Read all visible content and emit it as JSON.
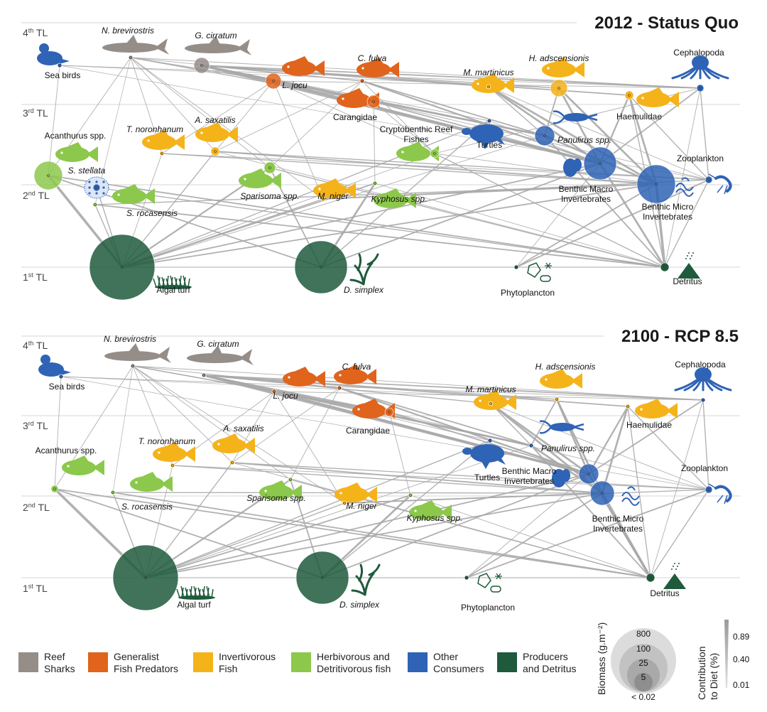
{
  "panels": [
    {
      "title": "2012 - Status Quo",
      "trophic_levels": [
        {
          "base": "4",
          "sup": "th",
          "suffix": " TL"
        },
        {
          "base": "3",
          "sup": "rd",
          "suffix": " TL"
        },
        {
          "base": "2",
          "sup": "nd",
          "suffix": " TL"
        },
        {
          "base": "1",
          "sup": "st",
          "suffix": " TL"
        }
      ],
      "nodes": [
        {
          "id": "seabirds",
          "label": "Sea birds",
          "italic": false,
          "group": "other",
          "r": 3,
          "shape": "bird"
        },
        {
          "id": "nbrev",
          "label": "N. brevirostris",
          "italic": true,
          "group": "shark",
          "r": 3,
          "shape": "shark"
        },
        {
          "id": "gcirr",
          "label": "G. cirratum",
          "italic": true,
          "group": "shark",
          "r": 11,
          "shape": "shark"
        },
        {
          "id": "ljocu",
          "label": "L. jocu",
          "italic": true,
          "group": "generalist",
          "r": 11,
          "shape": "fish"
        },
        {
          "id": "cfulva",
          "label": "C. fulva",
          "italic": true,
          "group": "generalist",
          "r": 3,
          "shape": "fish"
        },
        {
          "id": "carang",
          "label": "Carangidae",
          "italic": false,
          "group": "generalist",
          "r": 9,
          "shape": "fish"
        },
        {
          "id": "mmart",
          "label": "M. martinicus",
          "italic": true,
          "group": "invertivorous",
          "r": 3,
          "shape": "fish"
        },
        {
          "id": "hads",
          "label": "H. adscensionis",
          "italic": true,
          "group": "invertivorous",
          "r": 12,
          "shape": "fish"
        },
        {
          "id": "haem",
          "label": "Haemulidae",
          "italic": false,
          "group": "invertivorous",
          "r": 6,
          "shape": "fish"
        },
        {
          "id": "ceph",
          "label": "Cephalopoda",
          "italic": false,
          "group": "other",
          "r": 5,
          "shape": "octopus"
        },
        {
          "id": "acanth",
          "label": "Acanthurus spp.",
          "italic": false,
          "group": "herbivorous",
          "r": 20,
          "shape": "fish"
        },
        {
          "id": "tnor",
          "label": "T. noronhanum",
          "italic": true,
          "group": "invertivorous",
          "r": 3,
          "shape": "fish"
        },
        {
          "id": "asax",
          "label": "A. saxatilis",
          "italic": true,
          "group": "invertivorous",
          "r": 6,
          "shape": "fish"
        },
        {
          "id": "crypto",
          "label": "Cryptobenthic Reef Fishes",
          "italic": false,
          "group": "herbivorous",
          "r": 6,
          "shape": "fish"
        },
        {
          "id": "turtles",
          "label": "Turtles",
          "italic": false,
          "group": "other",
          "r": 3,
          "shape": "turtle"
        },
        {
          "id": "panul",
          "label": "Panulirus spp.",
          "italic": true,
          "group": "other",
          "r": 14,
          "shape": "lobster"
        },
        {
          "id": "zoo",
          "label": "Zooplankton",
          "italic": false,
          "group": "other",
          "r": 5,
          "shape": "shrimp"
        },
        {
          "id": "sstel",
          "label": "S. stellata",
          "italic": true,
          "group": "other",
          "r": 5,
          "shape": "urchin"
        },
        {
          "id": "sroc",
          "label": "S. rocasensis",
          "italic": true,
          "group": "herbivorous",
          "r": 3,
          "shape": "fish"
        },
        {
          "id": "spar",
          "label": "Sparisoma spp.",
          "italic": true,
          "group": "herbivorous",
          "r": 8,
          "shape": "fish"
        },
        {
          "id": "mniger",
          "label": "M. niger",
          "italic": true,
          "group": "invertivorous",
          "r": 3,
          "shape": "fish"
        },
        {
          "id": "kyph",
          "label": "Kyphosus spp.",
          "italic": true,
          "group": "herbivorous",
          "r": 3,
          "shape": "fish"
        },
        {
          "id": "bmacro",
          "label": "Benthic Macro Invertebrates",
          "italic": false,
          "group": "other",
          "r": 23,
          "shape": "crab"
        },
        {
          "id": "bmicro",
          "label": "Benthic Micro Invertebrates",
          "italic": false,
          "group": "other",
          "r": 27,
          "shape": "worm"
        },
        {
          "id": "algal",
          "label": "Algal turf",
          "italic": false,
          "group": "producer",
          "r": 46,
          "shape": "turf"
        },
        {
          "id": "dsimp",
          "label": "D. simplex",
          "italic": true,
          "group": "producer",
          "r": 37,
          "shape": "seaweed"
        },
        {
          "id": "phyto",
          "label": "Phytoplancton",
          "italic": false,
          "group": "producer",
          "r": 3,
          "shape": "phyto"
        },
        {
          "id": "detritus",
          "label": "Detritus",
          "italic": false,
          "group": "producer",
          "r": 6,
          "shape": "detritus"
        }
      ]
    },
    {
      "title": "2100 - RCP 8.5",
      "trophic_levels": [
        {
          "base": "4",
          "sup": "th",
          "suffix": " TL"
        },
        {
          "base": "3",
          "sup": "rd",
          "suffix": " TL"
        },
        {
          "base": "2",
          "sup": "nd",
          "suffix": " TL"
        },
        {
          "base": "1",
          "sup": "st",
          "suffix": " TL"
        }
      ],
      "nodes": [
        {
          "id": "seabirds",
          "label": "Sea birds",
          "italic": false,
          "group": "other",
          "r": 3,
          "shape": "bird"
        },
        {
          "id": "nbrev",
          "label": "N. brevirostris",
          "italic": true,
          "group": "shark",
          "r": 3,
          "shape": "shark"
        },
        {
          "id": "gcirr",
          "label": "G. cirratum",
          "italic": true,
          "group": "shark",
          "r": 3,
          "shape": "shark"
        },
        {
          "id": "ljocu",
          "label": "L. jocu",
          "italic": true,
          "group": "generalist",
          "r": 3,
          "shape": "fish"
        },
        {
          "id": "cfulva",
          "label": "C. fulva",
          "italic": true,
          "group": "generalist",
          "r": 3,
          "shape": "fish"
        },
        {
          "id": "carang",
          "label": "Carangidae",
          "italic": false,
          "group": "generalist",
          "r": 6,
          "shape": "fish"
        },
        {
          "id": "mmart",
          "label": "M. martinicus",
          "italic": true,
          "group": "invertivorous",
          "r": 3,
          "shape": "fish"
        },
        {
          "id": "hads",
          "label": "H. adscensionis",
          "italic": true,
          "group": "invertivorous",
          "r": 3,
          "shape": "fish"
        },
        {
          "id": "haem",
          "label": "Haemulidae",
          "italic": false,
          "group": "invertivorous",
          "r": 3,
          "shape": "fish"
        },
        {
          "id": "ceph",
          "label": "Cephalopoda",
          "italic": false,
          "group": "other",
          "r": 3,
          "shape": "octopus"
        },
        {
          "id": "acanth",
          "label": "Acanthurus spp.",
          "italic": false,
          "group": "herbivorous",
          "r": 5,
          "shape": "fish"
        },
        {
          "id": "tnor",
          "label": "T. noronhanum",
          "italic": true,
          "group": "invertivorous",
          "r": 3,
          "shape": "fish"
        },
        {
          "id": "asax",
          "label": "A. saxatilis",
          "italic": true,
          "group": "invertivorous",
          "r": 3,
          "shape": "fish"
        },
        {
          "id": "turtles",
          "label": "Turtles",
          "italic": false,
          "group": "other",
          "r": 3,
          "shape": "turtle"
        },
        {
          "id": "panul",
          "label": "Panulirus spp.",
          "italic": true,
          "group": "other",
          "r": 3,
          "shape": "lobster"
        },
        {
          "id": "zoo",
          "label": "Zooplankton",
          "italic": false,
          "group": "other",
          "r": 5,
          "shape": "shrimp"
        },
        {
          "id": "sroc",
          "label": "S. rocasensis",
          "italic": true,
          "group": "herbivorous",
          "r": 3,
          "shape": "fish"
        },
        {
          "id": "spar",
          "label": "Sparisoma spp.",
          "italic": true,
          "group": "herbivorous",
          "r": 3,
          "shape": "fish"
        },
        {
          "id": "mniger",
          "label": "M. niger",
          "italic": true,
          "group": "invertivorous",
          "r": 3,
          "shape": "fish"
        },
        {
          "id": "kyph",
          "label": "Kyphosus spp.",
          "italic": true,
          "group": "herbivorous",
          "r": 3,
          "shape": "fish"
        },
        {
          "id": "bmacro",
          "label": "Benthic Macro Invertebrates",
          "italic": false,
          "group": "other",
          "r": 14,
          "shape": "crab"
        },
        {
          "id": "bmicro",
          "label": "Benthic Micro Invertebrates",
          "italic": false,
          "group": "other",
          "r": 17,
          "shape": "worm"
        },
        {
          "id": "algal",
          "label": "Algal turf",
          "italic": false,
          "group": "producer",
          "r": 46,
          "shape": "turf"
        },
        {
          "id": "dsimp",
          "label": "D. simplex",
          "italic": true,
          "group": "producer",
          "r": 37,
          "shape": "seaweed"
        },
        {
          "id": "phyto",
          "label": "Phytoplancton",
          "italic": false,
          "group": "producer",
          "r": 3,
          "shape": "phyto"
        },
        {
          "id": "detritus",
          "label": "Detritus",
          "italic": false,
          "group": "producer",
          "r": 6,
          "shape": "detritus"
        }
      ]
    }
  ],
  "legend": {
    "groups": [
      {
        "key": "shark",
        "line1": "Reef",
        "line2": "Sharks",
        "color": "#958d88"
      },
      {
        "key": "generalist",
        "line1": "Generalist",
        "line2": "Fish Predators",
        "color": "#e0641c"
      },
      {
        "key": "invertivorous",
        "line1": "Invertivorous",
        "line2": "Fish",
        "color": "#f5b31a"
      },
      {
        "key": "herbivorous",
        "line1": "Herbivorous and",
        "line2": "Detritivorous fish",
        "color": "#8cc84b"
      },
      {
        "key": "other",
        "line1": "Other",
        "line2": "Consumers",
        "color": "#2f63b5"
      },
      {
        "key": "producer",
        "line1": "Producers",
        "line2": "and Detritus",
        "color": "#1f5a3c"
      }
    ],
    "biomass_title": "Biomass (g.m⁻²)",
    "biomass_levels": [
      "800",
      "100",
      "25",
      "5",
      "< 0.02"
    ],
    "diet_title_1": "Contribution",
    "diet_title_2": "to Diet (%)",
    "diet_levels": [
      "0.89",
      "0.40",
      "0.01"
    ]
  }
}
